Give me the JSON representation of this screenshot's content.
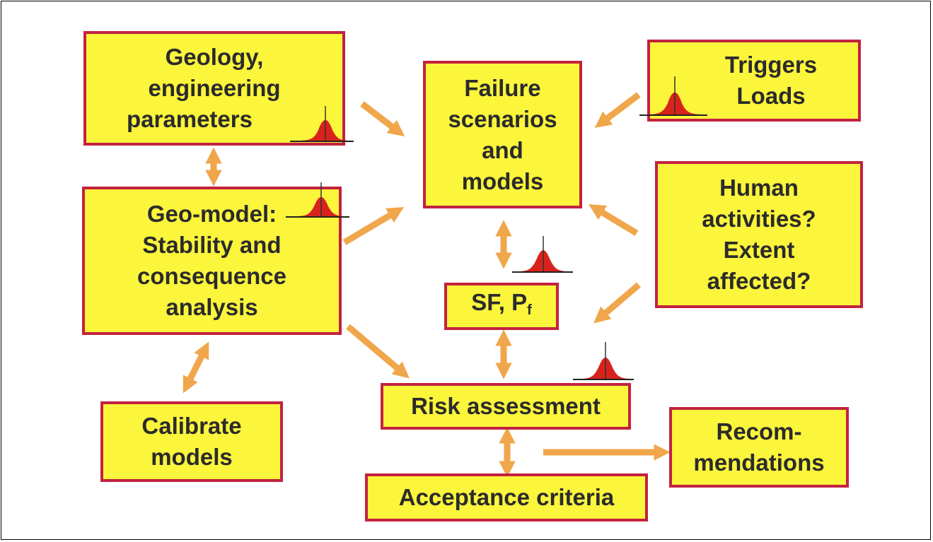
{
  "nodes": {
    "geology": [
      "Geology,",
      "engineering",
      "parameters"
    ],
    "failure": [
      "Failure",
      "scenarios",
      "and",
      "models"
    ],
    "triggers": [
      "Triggers",
      "Loads"
    ],
    "geomodel": [
      "Geo-model:",
      "Stability and",
      "consequence",
      "analysis"
    ],
    "human": [
      "Human",
      "activities?",
      "Extent",
      "affected?"
    ],
    "sfpf": {
      "main": "SF, P",
      "sub": "f"
    },
    "calibrate": [
      "Calibrate",
      "models"
    ],
    "risk": [
      "Risk assessment"
    ],
    "recommendations": [
      "Recom-",
      "mendations"
    ],
    "acceptance": [
      "Acceptance criteria"
    ]
  },
  "colors": {
    "box_fill": "#fbf53c",
    "box_border": "#c3223f",
    "arrow": "#f0a64a",
    "distribution": "#d8231d",
    "text": "#2b2b2b"
  },
  "icons": [
    "probability-distribution-icon"
  ]
}
